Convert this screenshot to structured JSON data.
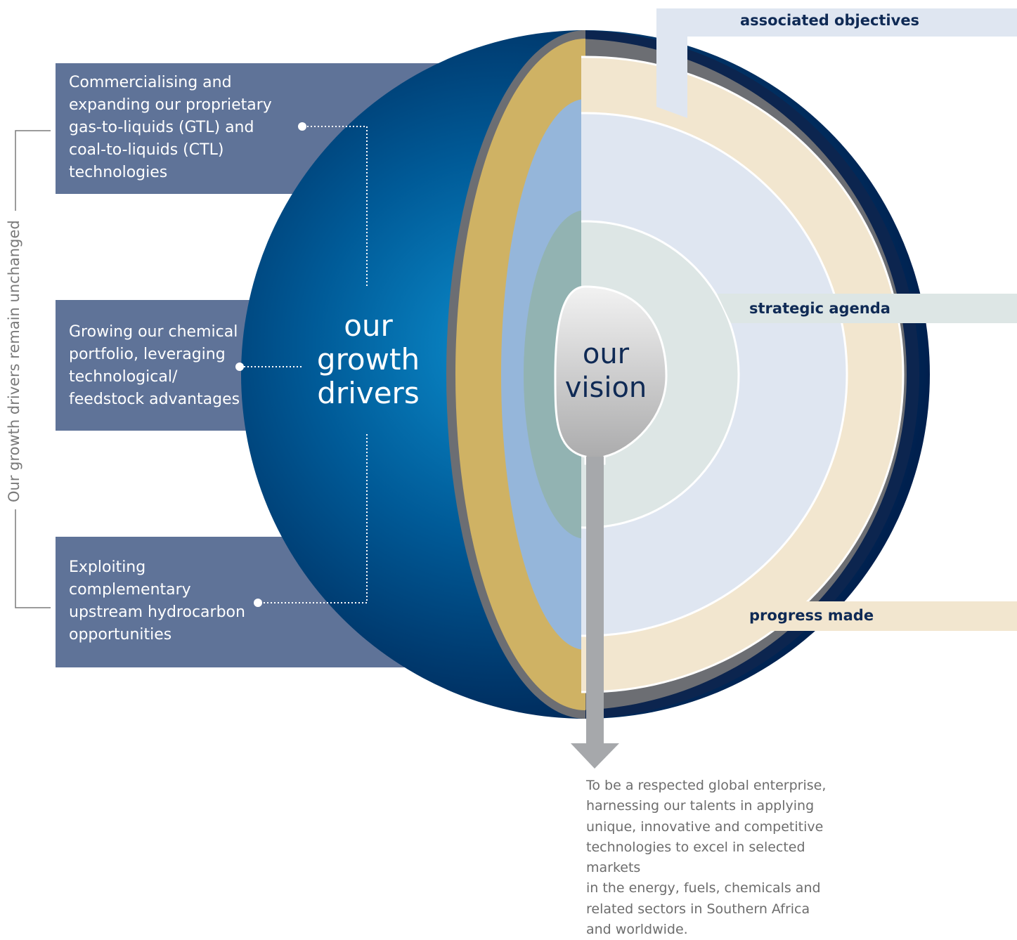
{
  "side_label": "Our growth drivers remain unchanged",
  "drivers": [
    {
      "label": "Commercialising and\nexpanding our proprietary\ngas-to-liquids (GTL) and\ncoal-to-liquids (CTL)\ntechnologies"
    },
    {
      "label": "Growing our chemical\nportfolio, leveraging\ntechnological/\nfeedstock advantages"
    },
    {
      "label": "Exploiting\ncomplementary\nupstream hydrocarbon\nopportunities"
    }
  ],
  "center": {
    "growth_line1": "our",
    "growth_line2": "growth",
    "growth_line3": "drivers",
    "vision_line1": "our",
    "vision_line2": "vision"
  },
  "tabs": {
    "associated_objectives": "associated objectives",
    "strategic_agenda": "strategic agenda",
    "progress_made": "progress made"
  },
  "vision_statement": "To be a respected global enterprise,\nharnessing our talents in applying\nunique, innovative and competitive\ntechnologies to excel in selected markets\nin the energy, fuels, chemicals and\nrelated sectors in Southern Africa\nand worldwide.",
  "colors": {
    "navy": "#0d2a57",
    "driver_box": "#5f7398",
    "gold_ring": "#cfb264",
    "beige": "#f2e6cf",
    "light_blue": "#dfe6f1",
    "mid_blue": "#95b6da",
    "teal": "#92b3b2",
    "pale_teal": "#dde6e5"
  }
}
